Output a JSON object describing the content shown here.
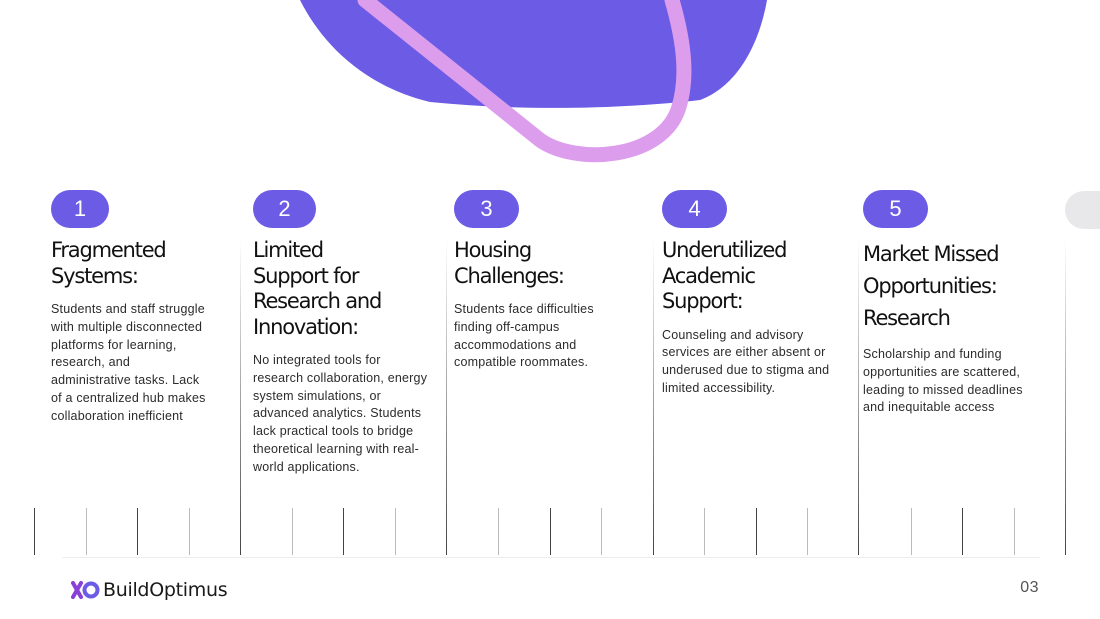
{
  "columns": [
    {
      "number": "1",
      "title_lines": [
        "Fragmented",
        "Systems:"
      ],
      "body": "Students and staff struggle with multiple disconnected platforms for learning, research, and administrative tasks. Lack of a centralized hub makes collaboration inefficient"
    },
    {
      "number": "2",
      "title_lines": [
        "Limited",
        "Support for",
        "Research and",
        "Innovation:"
      ],
      "body": "No integrated tools for research collaboration, energy system simulations, or advanced analytics. Students lack practical tools to bridge theoretical learning with real-world applications."
    },
    {
      "number": "3",
      "title_lines": [
        "Housing",
        "Challenges:"
      ],
      "body": "Students face difficulties finding off-campus accommodations and compatible roommates."
    },
    {
      "number": "4",
      "title_lines": [
        "Underutilized",
        "Academic",
        "Support:"
      ],
      "body": "Counseling and advisory services are either absent or underused due to stigma and limited accessibility."
    },
    {
      "number": "5",
      "title_lines": [
        "Market Missed",
        "Opportunities:",
        "Research"
      ],
      "body": "Scholarship and funding opportunities are scattered, leading to missed deadlines and inequitable access"
    }
  ],
  "brand": {
    "name": "BuildOptimus"
  },
  "page_number": "03",
  "colors": {
    "accent": "#6b5be5",
    "ring": "#dd9ded",
    "text": "#111111",
    "rule": "#555555"
  }
}
